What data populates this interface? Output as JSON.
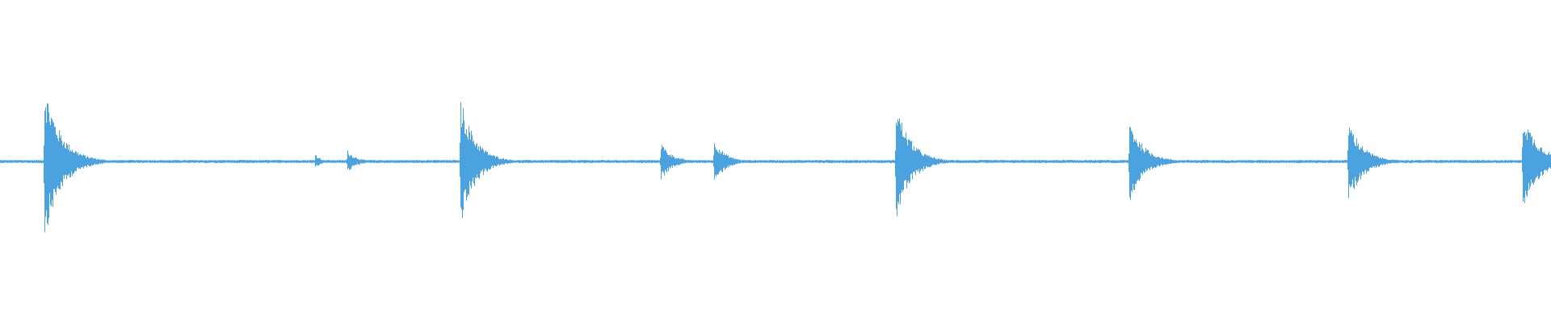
{
  "waveform": {
    "color": "#4aa3df",
    "background": "#ffffff",
    "transients": [
      {
        "time_s": 0.55,
        "amplitude": 0.48,
        "decay_s": 0.45
      },
      {
        "time_s": 3.9,
        "amplitude": 0.05,
        "decay_s": 0.15
      },
      {
        "time_s": 4.3,
        "amplitude": 0.07,
        "decay_s": 0.25
      },
      {
        "time_s": 5.7,
        "amplitude": 0.4,
        "decay_s": 0.4
      },
      {
        "time_s": 8.18,
        "amplitude": 0.12,
        "decay_s": 0.3
      },
      {
        "time_s": 8.84,
        "amplitude": 0.14,
        "decay_s": 0.3
      },
      {
        "time_s": 11.09,
        "amplitude": 0.37,
        "decay_s": 0.4
      },
      {
        "time_s": 13.98,
        "amplitude": 0.26,
        "decay_s": 0.4
      },
      {
        "time_s": 16.69,
        "amplitude": 0.26,
        "decay_s": 0.4
      },
      {
        "time_s": 18.85,
        "amplitude": 0.3,
        "decay_s": 0.45
      }
    ],
    "duration_s": 19.2,
    "noise_floor": 0.01
  }
}
